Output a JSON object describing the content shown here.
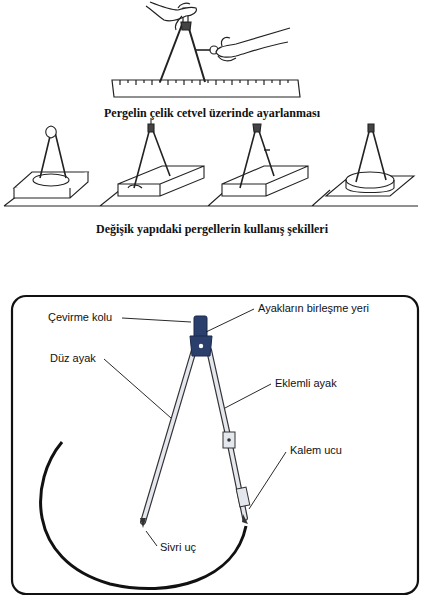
{
  "diagram": {
    "labels": [
      "Pergelin çelik cetvel üzerinde ayarlanması",
      "Değişik yapıdaki pergellerin kullanış şekilleri",
      "Çevirme kolu",
      "Ayakların birleşme yeri",
      "Düz ayak",
      "Eklemli ayak",
      "Kalem ucu",
      "Sivri uç"
    ]
  }
}
